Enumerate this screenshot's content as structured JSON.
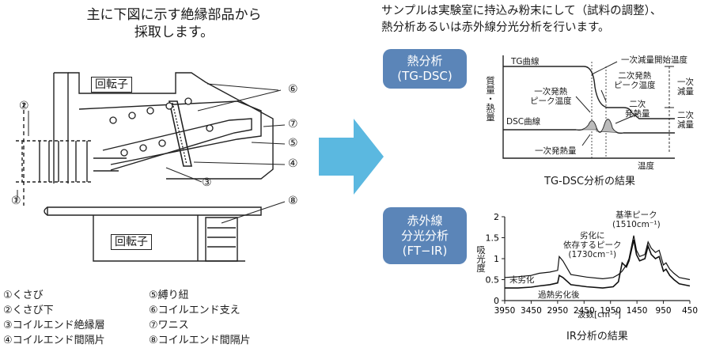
{
  "left_title": {
    "line1": "主に下図に示す絶縁部品から",
    "line2": "採取します。"
  },
  "right_title": {
    "line1": "サンプルは実験室に持込み粉末にして（試料の調整）、",
    "line2": "熱分析あるいは赤外線分光分析を行います。"
  },
  "drawing": {
    "rotor_top": "回転子",
    "rotor_bottom": "回転子",
    "callouts": [
      "①",
      "②",
      "③",
      "④",
      "⑤",
      "⑥",
      "⑦",
      "⑧"
    ]
  },
  "legend": {
    "col1": [
      "①くさび",
      "②くさび下",
      "③コイルエンド絶縁層",
      "④コイルエンド間隔片"
    ],
    "col2": [
      "⑤縛り紐",
      "⑥コイルエンド支え",
      "⑦ワニス",
      "⑧コイルエンド間隔片"
    ]
  },
  "tg_dsc": {
    "badge": {
      "line1": "熱分析",
      "line2": "(TG-DSC)"
    },
    "tg_curve": "TG曲線",
    "dsc_curve": "DSC曲線",
    "onset": "一次減量開始温度",
    "exo_peak2": {
      "line1": "二次発熱",
      "line2": "ピーク温度"
    },
    "exo_peak1": {
      "line1": "一次発熱",
      "line2": "ピーク温度"
    },
    "exo_heat2": {
      "line1": "二次",
      "line2": "発熱量"
    },
    "exo_heat1": "一次発熱量",
    "loss1": {
      "line1": "一次",
      "line2": "減量"
    },
    "loss2": {
      "line1": "二次",
      "line2": "減量"
    },
    "yaxis": "質量・熱量",
    "xaxis": "温度",
    "caption": "TG-DSC分析の結果"
  },
  "ir": {
    "badge": {
      "line1": "赤外線",
      "line2": "分光分析",
      "line3": "(FT−IR)"
    },
    "base_peak": {
      "line1": "基準ピーク",
      "line2": "(1510cm⁻¹)"
    },
    "deg_peak": {
      "line1": "劣化に",
      "line2": "依存するピーク",
      "line3": "(1730cm⁻¹)"
    },
    "undegraded": "未劣化",
    "degraded": "過熱劣化後",
    "ylabel": "吸光度",
    "xlabel": "波数[cm⁻¹]",
    "caption": "IR分析の結果"
  },
  "chart_data": {
    "type": "line",
    "xlabel": "波数[cm⁻¹]",
    "ylabel": "吸光度",
    "xlim": [
      3950,
      450
    ],
    "ylim": [
      0,
      2
    ],
    "x_ticks": [
      "3950",
      "3450",
      "2950",
      "2450",
      "1950",
      "1450",
      "950",
      "450"
    ],
    "y_ticks": [
      "0",
      "0.5",
      "1",
      "1.5",
      "2"
    ],
    "series": [
      {
        "name": "未劣化",
        "x": [
          3950,
          3700,
          3450,
          3300,
          3100,
          2950,
          2920,
          2850,
          2700,
          2400,
          2100,
          1900,
          1800,
          1730,
          1650,
          1600,
          1510,
          1460,
          1400,
          1300,
          1240,
          1180,
          1100,
          1030,
          950,
          900,
          830,
          750,
          650,
          450
        ],
        "y": [
          0.55,
          0.57,
          0.6,
          0.65,
          0.68,
          0.72,
          1.05,
          0.95,
          0.62,
          0.56,
          0.52,
          0.55,
          0.62,
          0.7,
          0.85,
          1.0,
          1.55,
          1.2,
          1.05,
          1.1,
          1.4,
          1.25,
          1.15,
          1.2,
          0.85,
          0.9,
          0.75,
          0.65,
          0.55,
          0.5
        ]
      },
      {
        "name": "過熱劣化後",
        "x": [
          3950,
          3700,
          3450,
          3300,
          3100,
          2950,
          2920,
          2850,
          2700,
          2400,
          2100,
          1900,
          1800,
          1730,
          1650,
          1600,
          1510,
          1460,
          1400,
          1300,
          1240,
          1180,
          1100,
          1030,
          950,
          900,
          830,
          750,
          650,
          450
        ],
        "y": [
          0.3,
          0.3,
          0.32,
          0.35,
          0.38,
          0.42,
          0.6,
          0.55,
          0.38,
          0.33,
          0.3,
          0.33,
          0.45,
          0.9,
          0.8,
          0.95,
          1.45,
          1.1,
          0.95,
          1.0,
          1.3,
          1.1,
          1.0,
          1.05,
          0.7,
          0.75,
          0.6,
          0.5,
          0.4,
          0.35
        ]
      }
    ]
  }
}
